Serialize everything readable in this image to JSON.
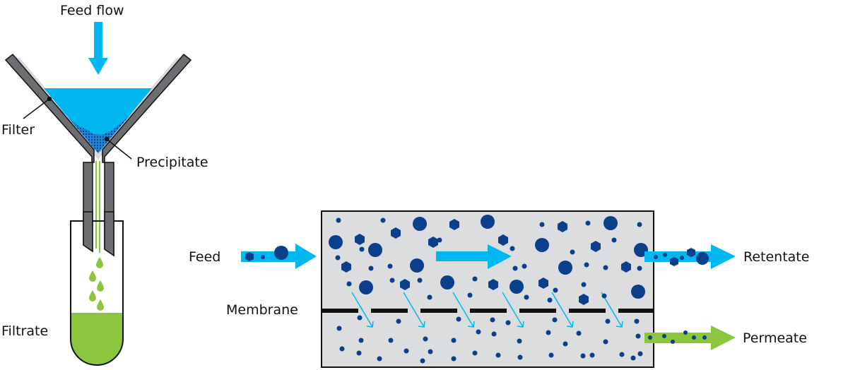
{
  "colors": {
    "feed_blue": "#00b8ef",
    "particle_navy": "#0b3f8c",
    "filtrate_green": "#8cc63f",
    "funnel_gray": "#6d6e71",
    "filter_lightgray": "#d9dadc",
    "module_fill": "#dcdddf",
    "outline": "#111111"
  },
  "left_diagram": {
    "title": "Dead-end filtration",
    "labels": {
      "feed_flow": "Feed flow",
      "filter": "Filter",
      "precipitate": "Precipitate",
      "filtrate": "Filtrate"
    },
    "droplet_count": 5
  },
  "right_diagram": {
    "title": "Crossflow filtration",
    "labels": {
      "feed": "Feed",
      "membrane": "Membrane",
      "retentate": "Retentate",
      "permeate": "Permeate"
    },
    "membrane_segments": 7,
    "permeation_arrows": 6
  }
}
